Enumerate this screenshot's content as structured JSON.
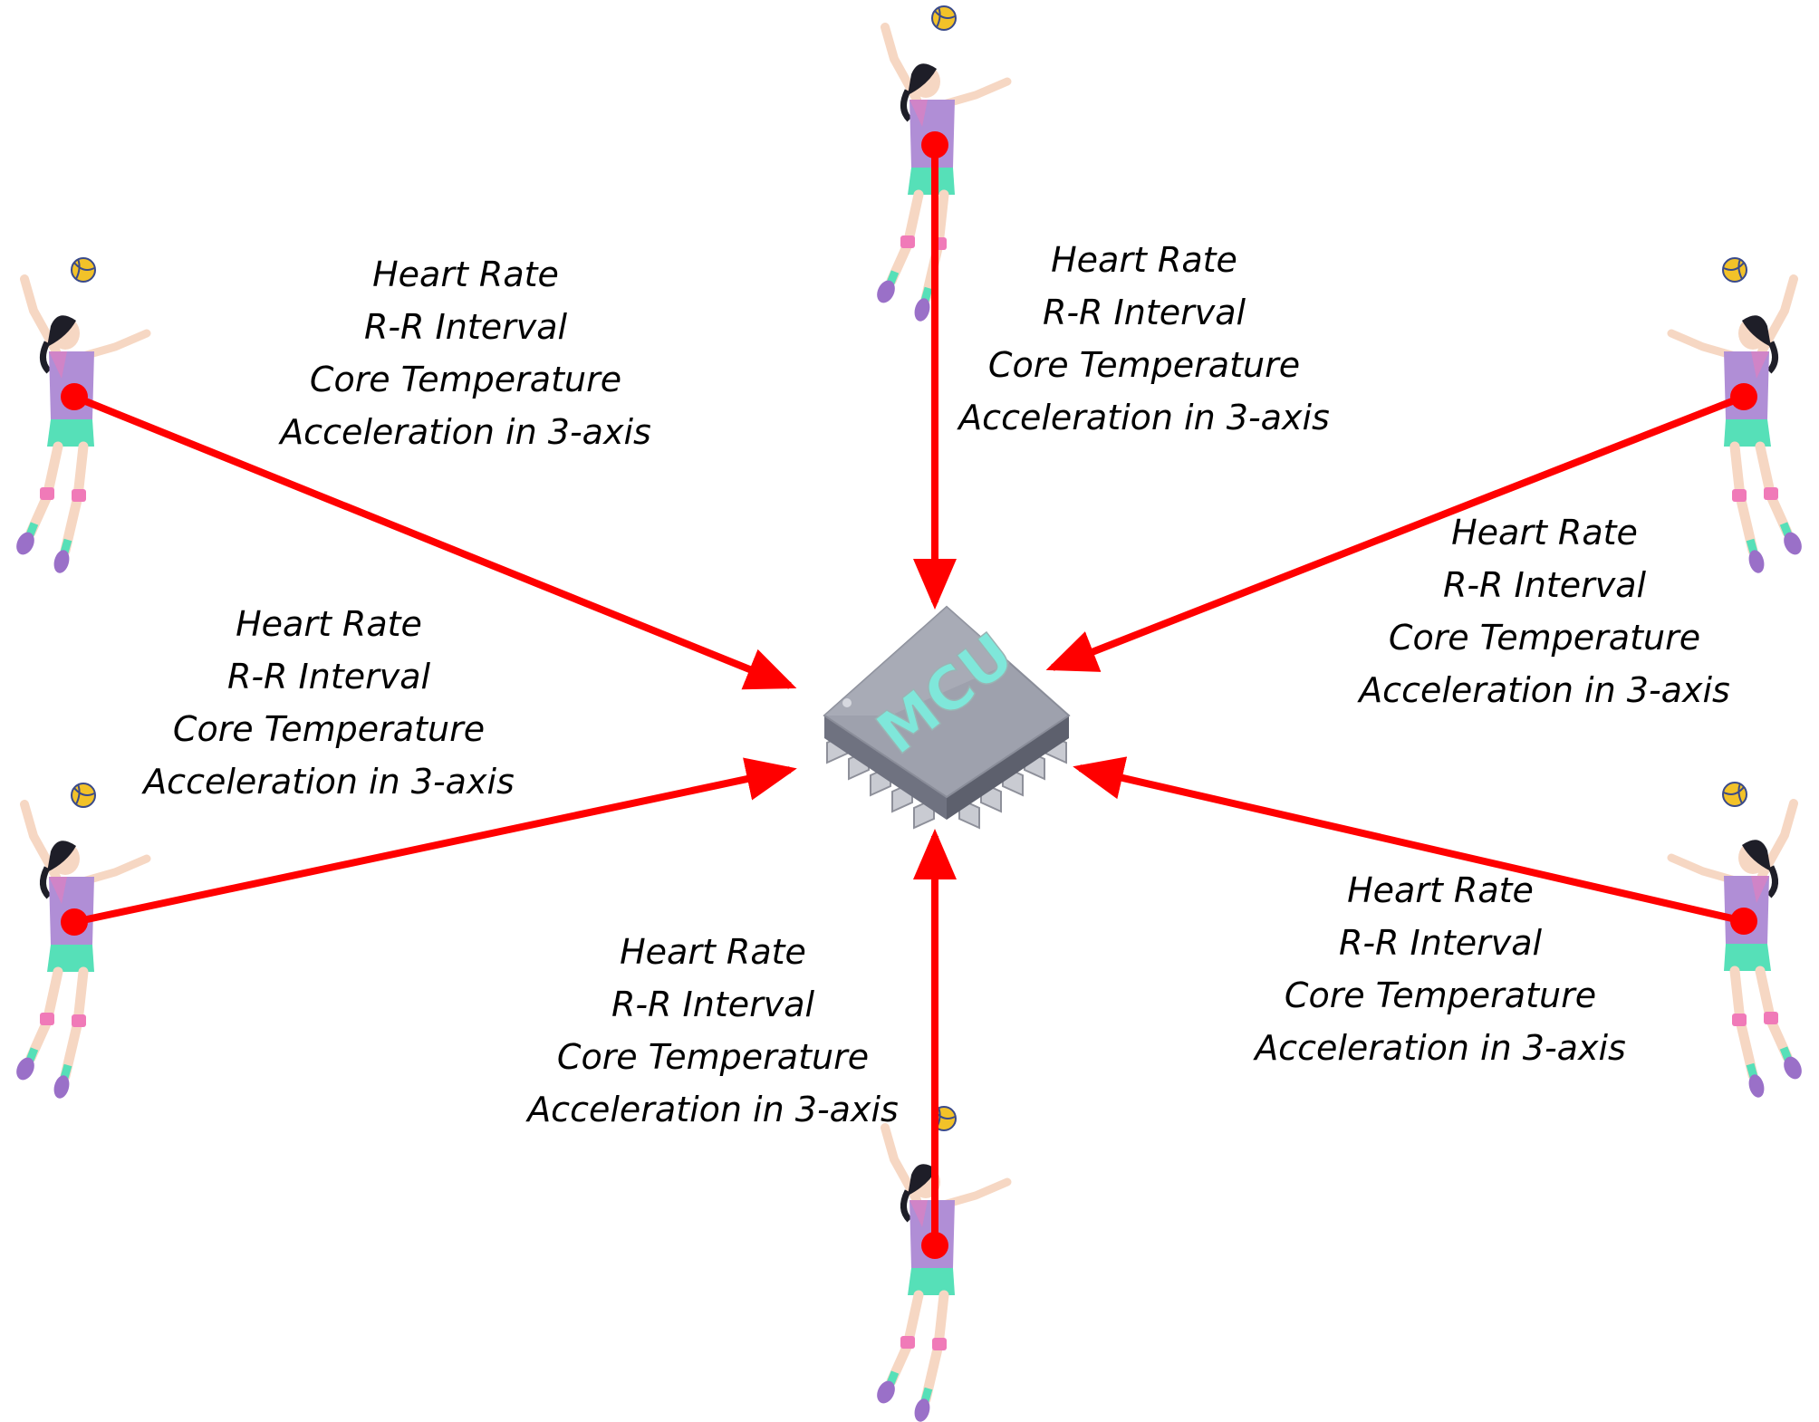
{
  "colors": {
    "arrow": "#ff0000",
    "sensor_dot": "#ff0000",
    "chip_top": "#9ea1ad",
    "chip_top_highlight": "#b4b7c2",
    "chip_side": "#6f7280",
    "chip_pins": "#c9cbd2",
    "mcu_text": "#7fe7da",
    "shirt": "#b08ed6",
    "shorts": "#56e0b8",
    "skin": "#f6d7c3",
    "hair": "#1e1e28",
    "knee_pad": "#f07ab8",
    "shoe": "#9a70c8",
    "ball": "#f2c229"
  },
  "mcu": {
    "label": "MCU",
    "icon": "microcontroller-chip-icon"
  },
  "player_icon": "volleyball-player-icon",
  "ball_icon": "volleyball-icon",
  "signal_groups": [
    {
      "id": "top",
      "lines": [
        "Heart Rate",
        "R-R Interval",
        "Core Temperature",
        "Acceleration in 3-axis"
      ]
    },
    {
      "id": "upper-left",
      "lines": [
        "Heart Rate",
        "R-R Interval",
        "Core Temperature",
        "Acceleration in 3-axis"
      ]
    },
    {
      "id": "upper-right",
      "lines": [
        "Heart Rate",
        "R-R Interval",
        "Core Temperature",
        "Acceleration in 3-axis"
      ]
    },
    {
      "id": "lower-left",
      "lines": [
        "Heart Rate",
        "R-R Interval",
        "Core Temperature",
        "Acceleration in 3-axis"
      ]
    },
    {
      "id": "lower-right",
      "lines": [
        "Heart Rate",
        "R-R Interval",
        "Core Temperature",
        "Acceleration in 3-axis"
      ]
    },
    {
      "id": "bottom",
      "lines": [
        "Heart Rate",
        "R-R Interval",
        "Core Temperature",
        "Acceleration in 3-axis"
      ]
    }
  ]
}
